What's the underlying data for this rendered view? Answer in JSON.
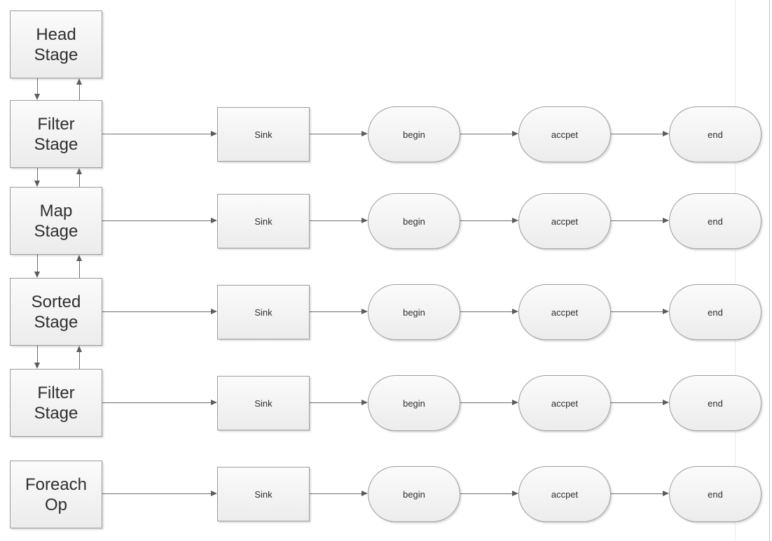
{
  "diagram": {
    "stages": [
      {
        "label": "Head Stage"
      },
      {
        "label": "Filter Stage"
      },
      {
        "label": "Map Stage"
      },
      {
        "label": "Sorted Stage"
      },
      {
        "label": "Filter Stage"
      },
      {
        "label": "Foreach Op"
      }
    ],
    "pipelines": [
      {
        "sink": "Sink",
        "begin": "begin",
        "accept": "accpet",
        "end": "end"
      },
      {
        "sink": "Sink",
        "begin": "begin",
        "accept": "accpet",
        "end": "end"
      },
      {
        "sink": "Sink",
        "begin": "begin",
        "accept": "accpet",
        "end": "end"
      },
      {
        "sink": "Sink",
        "begin": "begin",
        "accept": "accpet",
        "end": "end"
      },
      {
        "sink": "Sink",
        "begin": "begin",
        "accept": "accpet",
        "end": "end"
      }
    ],
    "colors": {
      "node_border": "#9b9b9b",
      "node_fill_top": "#fbfbfb",
      "node_fill_bottom": "#ececec",
      "arrow": "#6e6e6e",
      "arrowhead": "#5c5c5c",
      "text": "#2f2f2f",
      "page_break_line": "#eaeaea",
      "canvas_edge": "#c2c2c2"
    }
  }
}
